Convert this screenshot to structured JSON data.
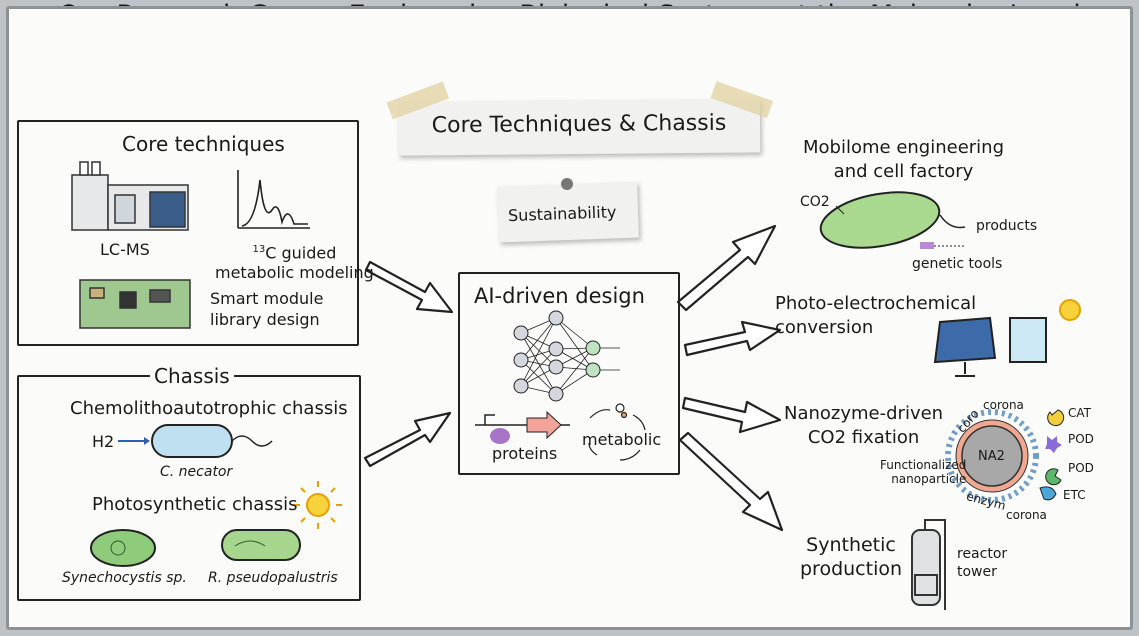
{
  "title": "Our Research Group: Engineering Biological Systems at the Molecular Level",
  "notes": {
    "core": "Core Techniques & Chassis",
    "sustainability": "Sustainability"
  },
  "core_techniques": {
    "heading": "Core techniques",
    "lcms": "LC-MS",
    "modeling_sup": "13",
    "modeling_line1": "C guided",
    "modeling_line2": "metabolic modeling",
    "smart_line1": "Smart module",
    "smart_line2": "library design"
  },
  "chassis": {
    "heading": "Chassis",
    "chemo": "Chemolithoautotrophic chassis",
    "h2": "H2",
    "c_necator": "C. necator",
    "photo": "Photosynthetic chassis",
    "synechocystis": "Synechocystis sp.",
    "rpalustris": "R. pseudopalustris"
  },
  "ai": {
    "heading": "AI-driven design",
    "proteins": "proteins",
    "metabolic": "metabolic"
  },
  "outputs": {
    "mobilome_line1": "Mobilome engineering",
    "mobilome_line2": "and cell factory",
    "co2": "CO2",
    "products": "products",
    "genetic_tools": "genetic tools",
    "pec_line1": "Photo-electrochemical",
    "pec_line2": "conversion",
    "nano_line1": "Nanozyme-driven",
    "nano_line2": "CO2 fixation",
    "corona": "corona",
    "coro": "coro",
    "enzym": "enzym",
    "na2": "NA2",
    "functionalized_line1": "Functionalized",
    "functionalized_line2": "nanoparticle",
    "cat": "CAT",
    "pod1": "POD",
    "pod2": "POD",
    "etc": "ETC",
    "synth_line1": "Synthetic",
    "synth_line2": "production",
    "reactor_line1": "reactor",
    "reactor_line2": "tower"
  }
}
